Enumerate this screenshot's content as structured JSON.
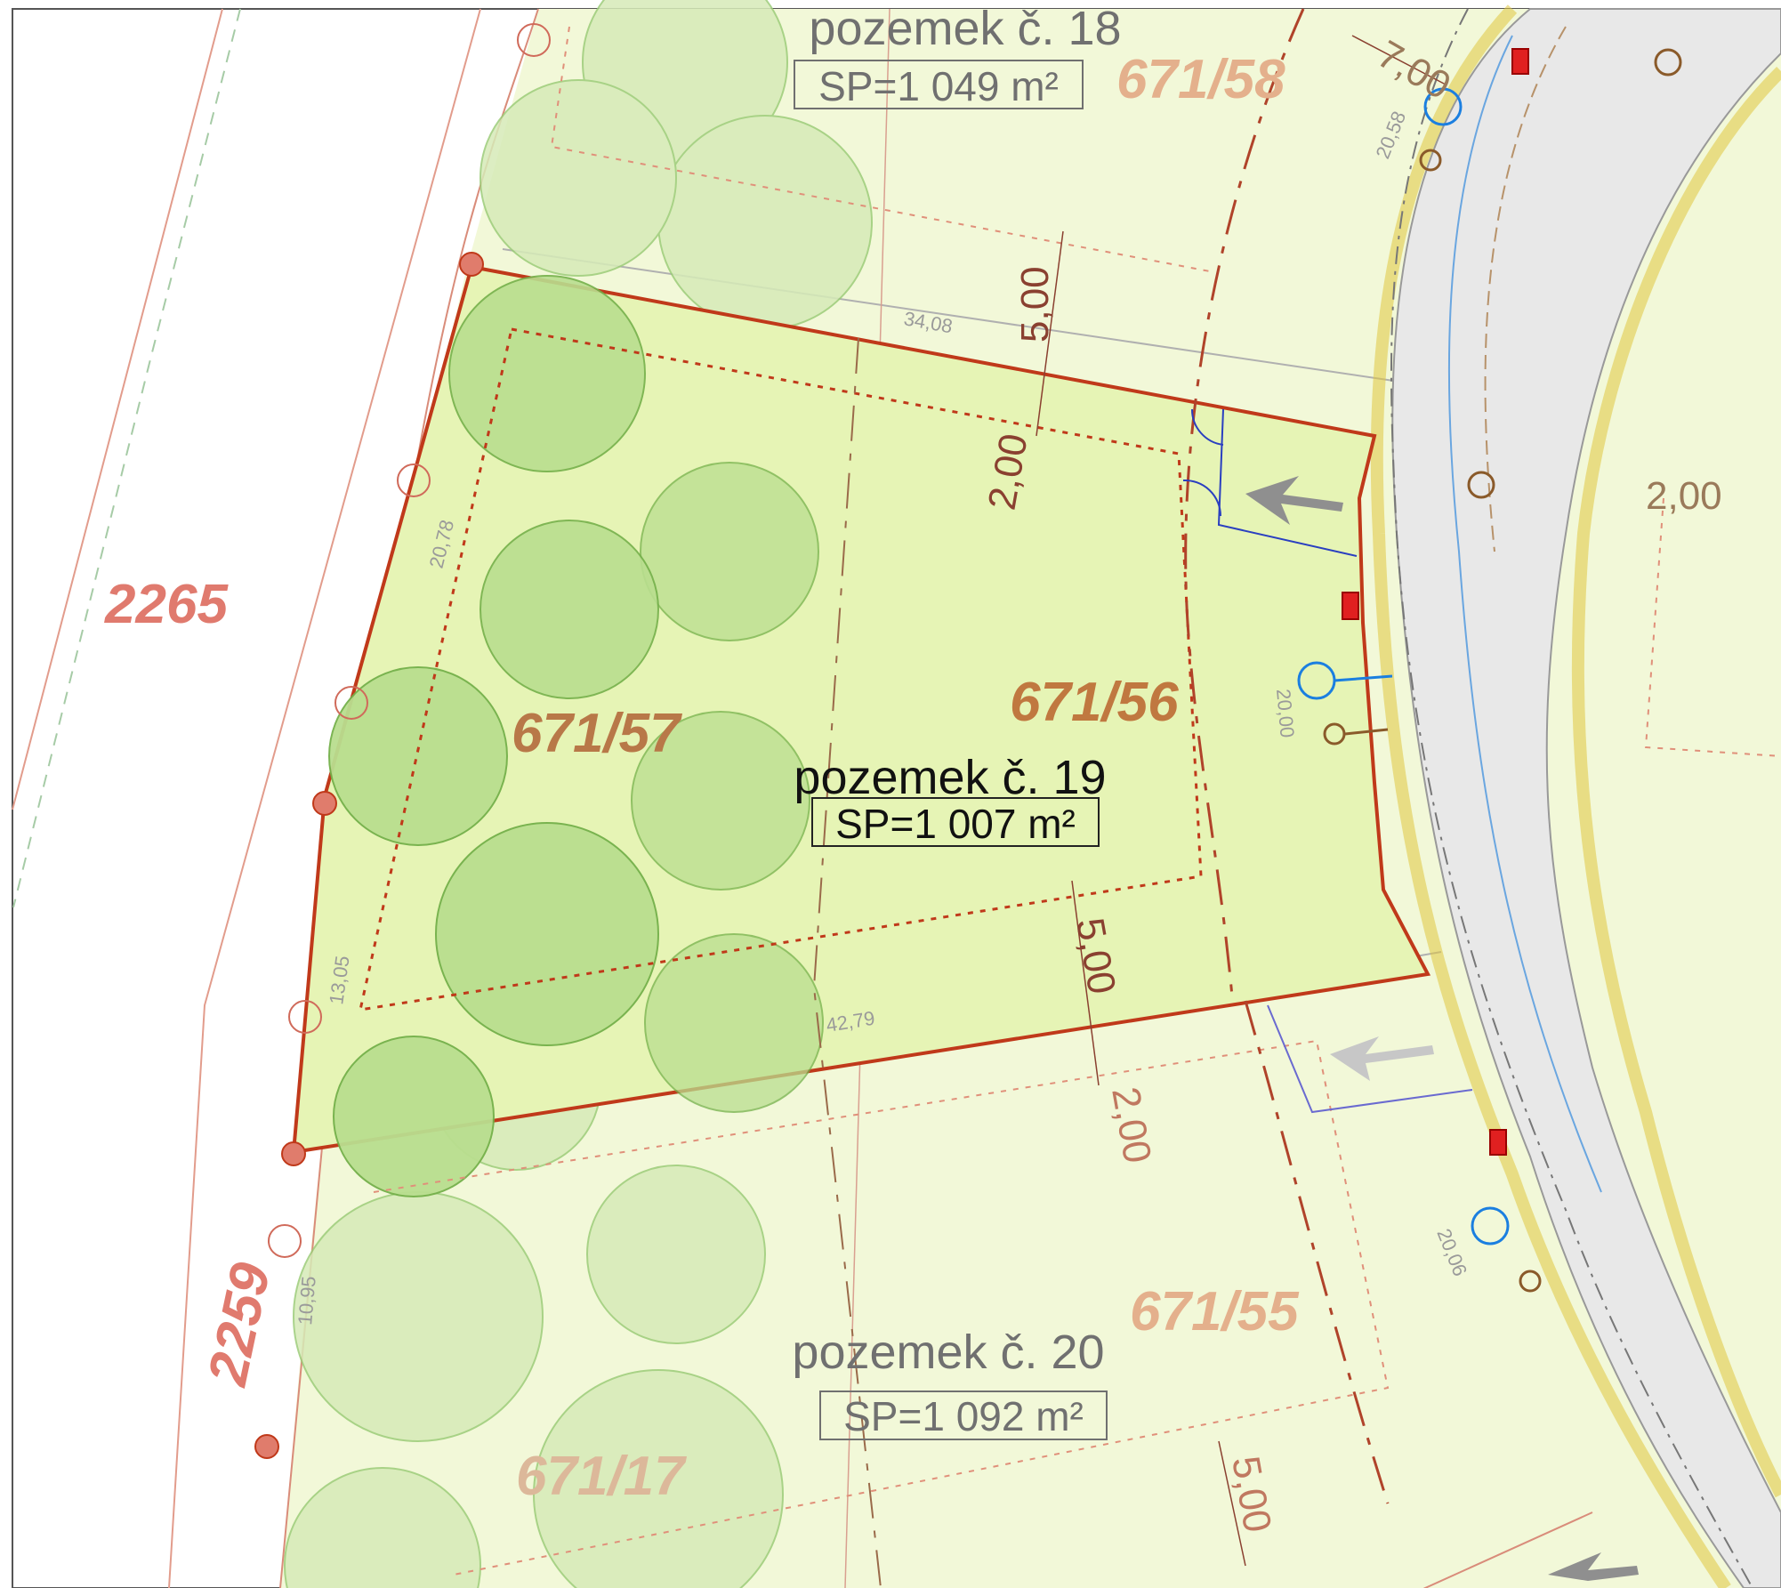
{
  "plots": {
    "plot18": {
      "title": "pozemek č. 18",
      "area": "SP=1 049 m²"
    },
    "plot19": {
      "title": "pozemek č. 19",
      "area": "SP=1 007 m²"
    },
    "plot20": {
      "title": "pozemek č. 20",
      "area": "SP=1 092 m²"
    }
  },
  "parcels": {
    "p2265": "2265",
    "p2259": "2259",
    "p671_58": "671/58",
    "p671_57": "671/57",
    "p671_56": "671/56",
    "p671_55": "671/55",
    "p671_17": "671/17"
  },
  "dimensions": {
    "setback_north": "5,00",
    "setback_south": "5,00",
    "setback_south2": "5,00",
    "side_2_00_a": "2,00",
    "side_2_00_b": "2,00",
    "side_2_00_c": "2,00",
    "road_7_00": "7,00"
  },
  "measures": {
    "m34_08": "34,08",
    "m42_79": "42,79",
    "m20_78": "20,78",
    "m13_05": "13,05",
    "m10_95": "10,95",
    "m20_00": "20,00",
    "m20_58": "20,58",
    "m20_06": "20,06"
  },
  "colors": {
    "plot_fill": "#f1f8d2",
    "selected_fill": "#e8f6b8",
    "boundary_red": "#c0391a",
    "parcel_label": "#c07840",
    "road_gray": "#e6e6e6",
    "tree_green": "#b5dd8a"
  }
}
